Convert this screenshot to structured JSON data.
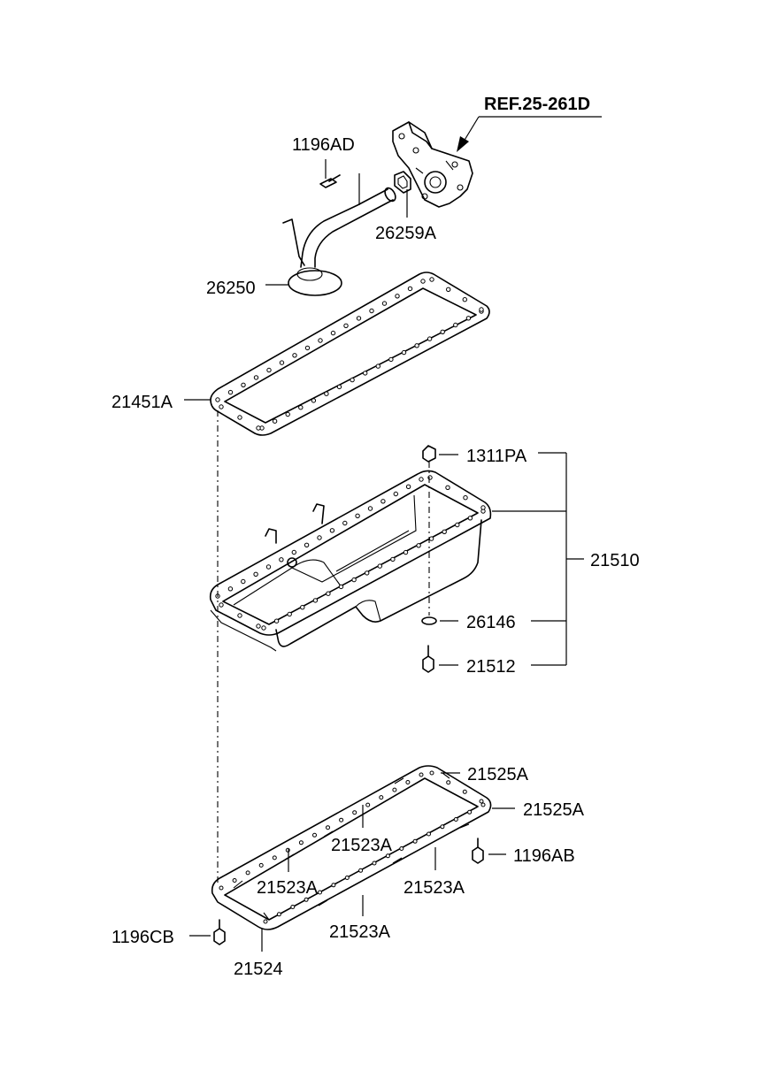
{
  "reference": {
    "label": "REF.25-261D"
  },
  "callouts": {
    "p1196AD": "1196AD",
    "p26259A": "26259A",
    "p26250": "26250",
    "p21451A": "21451A",
    "p1311PA": "1311PA",
    "p21510": "21510",
    "p26146": "26146",
    "p21512": "21512",
    "p21525A_1": "21525A",
    "p21525A_2": "21525A",
    "p21523A_1": "21523A",
    "p1196AB": "1196AB",
    "p21523A_2": "21523A",
    "p21523A_3": "21523A",
    "p21523A_4": "21523A",
    "p1196CB": "1196CB",
    "p21524": "21524"
  }
}
